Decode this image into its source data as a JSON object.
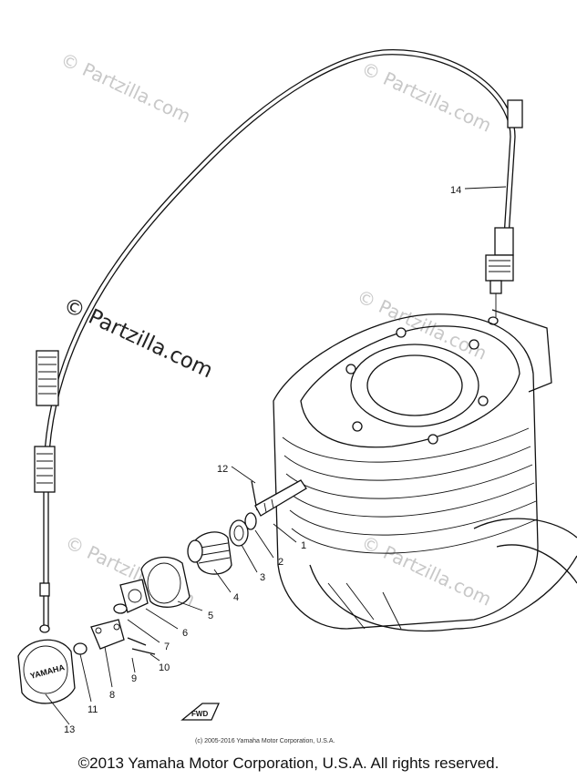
{
  "watermarks": [
    "© Partzilla.com",
    "© Partzilla.com",
    "© Partzilla.com",
    "© Partzilla.com",
    "© Partzilla.com",
    "© Partzilla.com"
  ],
  "callouts": [
    "1",
    "2",
    "3",
    "4",
    "5",
    "6",
    "7",
    "8",
    "9",
    "10",
    "11",
    "12",
    "13",
    "14"
  ],
  "cover_brand": "YAMAHA",
  "direction_marker": "FWD",
  "small_copyright": "(c) 2005-2016 Yamaha Motor Corporation, U.S.A.",
  "footer_copyright": "©2013 Yamaha Motor Corporation, U.S.A. All rights reserved."
}
